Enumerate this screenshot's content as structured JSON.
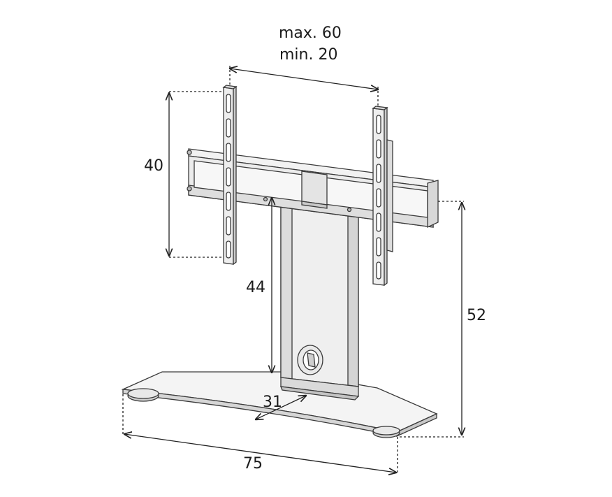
{
  "dimensions": {
    "vesa_width_max": "max. 60",
    "vesa_width_min": "min. 20",
    "vesa_height": "40",
    "column_height": "44",
    "total_height": "52",
    "base_depth": "31",
    "base_width": "75"
  },
  "colors": {
    "line": "#3a3a3a",
    "dimension_line": "#222222",
    "fill_light": "#f4f4f4",
    "fill_mid": "#e2e2e2",
    "fill_dark": "#c8c8c8"
  }
}
